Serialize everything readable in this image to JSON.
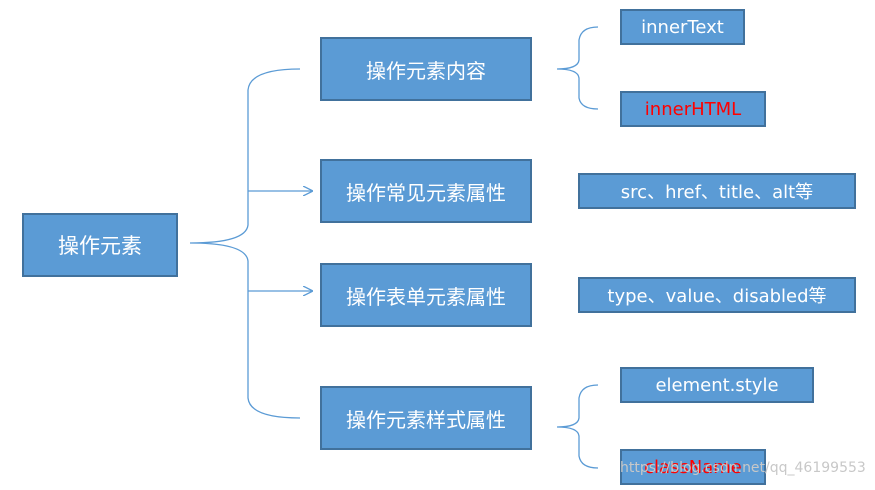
{
  "root": {
    "label": "操作元素"
  },
  "branches": [
    {
      "label": "操作元素内容"
    },
    {
      "label": "操作常见元素属性"
    },
    {
      "label": "操作表单元素属性"
    },
    {
      "label": "操作元素样式属性"
    }
  ],
  "leaves": {
    "content": [
      {
        "label": "innerText",
        "color": "#ffffff"
      },
      {
        "label": "innerHTML",
        "color": "#ff0000"
      }
    ],
    "common_attrs": {
      "label": "src、href、title、alt等",
      "color": "#ffffff"
    },
    "form_attrs": {
      "label": "type、value、disabled等",
      "color": "#ffffff"
    },
    "style": [
      {
        "label": "element.style",
        "color": "#ffffff"
      },
      {
        "label": "className",
        "color": "#ff0000"
      }
    ]
  },
  "colors": {
    "box_fill": "#5b9bd5",
    "box_border": "#41719c",
    "connector": "#5b9bd5",
    "highlight_text": "#ff0000"
  },
  "watermark": "https://blog.csdn.net/qq_46199553"
}
